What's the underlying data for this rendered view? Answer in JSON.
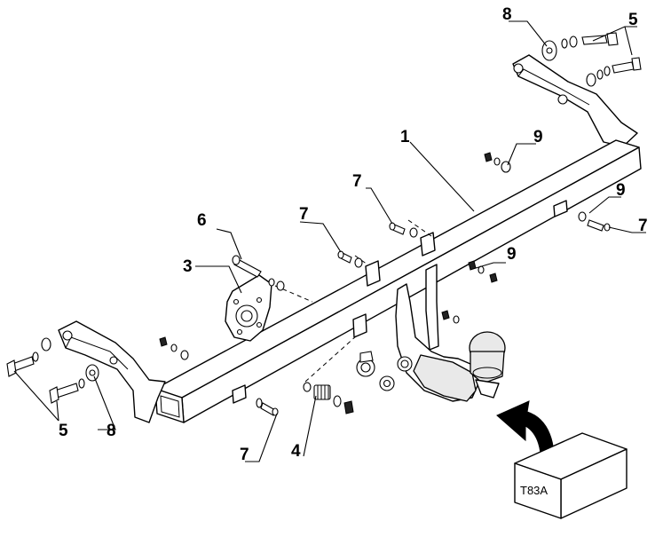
{
  "callouts": {
    "c1": "1",
    "c3": "3",
    "c4": "4",
    "c5_top": "5",
    "c5_bottom": "5",
    "c6": "6",
    "c7_a": "7",
    "c7_b": "7",
    "c7_c": "7",
    "c7_d": "7",
    "c8_top": "8",
    "c8_bottom": "8",
    "c9_a": "9",
    "c9_b": "9",
    "c9_c": "9"
  },
  "box_label": "T83A"
}
